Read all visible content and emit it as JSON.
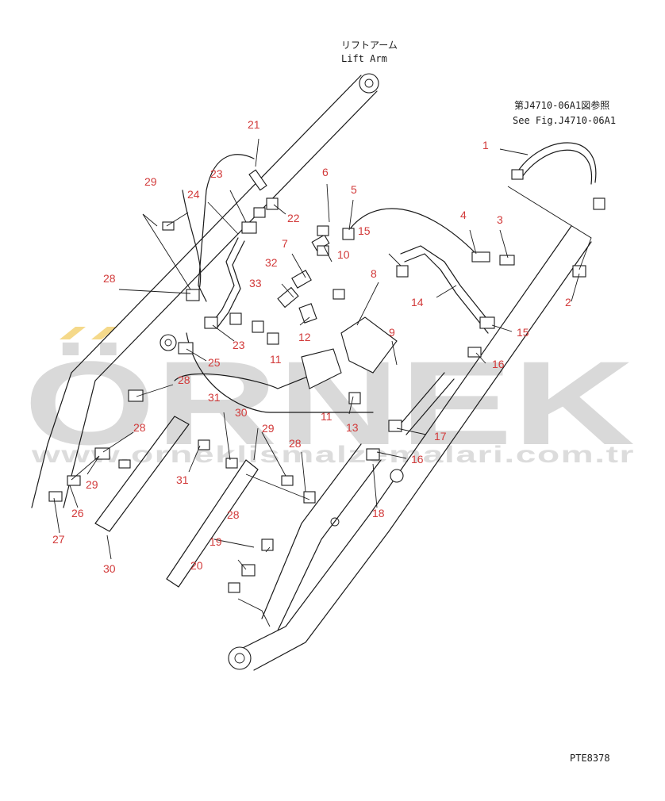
{
  "labels": {
    "lift_arm_jp": "リフトアーム",
    "lift_arm_en": "Lift Arm",
    "ref_jp": "第J4710-06A1図参照",
    "ref_en": "See Fig.J4710-06A1",
    "drawing_code": "PTE8378"
  },
  "watermark": {
    "brand": "ÖRNEK",
    "url": "www.orneklismalzemalari.com.tr"
  },
  "callouts": [
    "1",
    "2",
    "3",
    "4",
    "5",
    "6",
    "7",
    "8",
    "9",
    "10",
    "11",
    "11",
    "11",
    "12",
    "13",
    "14",
    "15",
    "15",
    "16",
    "16",
    "17",
    "18",
    "19",
    "20",
    "21",
    "22",
    "23",
    "23",
    "24",
    "25",
    "26",
    "27",
    "28",
    "28",
    "28",
    "28",
    "28",
    "29",
    "29",
    "29",
    "30",
    "30",
    "31",
    "31",
    "32",
    "33"
  ],
  "colors": {
    "callout": "#d23a3a",
    "ink": "#1a1a1a",
    "watermark": "#d9d9d9",
    "watermark_accent": "#f5d98a"
  }
}
